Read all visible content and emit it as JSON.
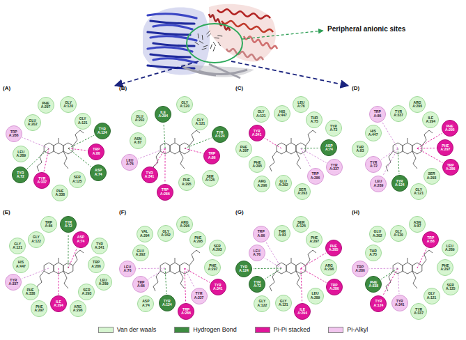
{
  "diagram": {
    "nodes": [
      {
        "text": [
          "GLY A:120"
        ]
      },
      {
        "text": [
          "GLY A:121"
        ]
      },
      {
        "text": [
          "TYR A:124"
        ]
      },
      {
        "text": [
          "TRP A:86"
        ]
      },
      {
        "text": [
          "ASP A:74"
        ]
      },
      {
        "text": [
          "SER A:125"
        ]
      },
      {
        "text": [
          "PHE A:338"
        ]
      },
      {
        "text": [
          "TYR A:337"
        ]
      },
      {
        "text": [
          "TYR A:72"
        ]
      },
      {
        "text": [
          "LEU A:289"
        ]
      },
      {
        "text": [
          "TRP A:286"
        ]
      },
      {
        "text": [
          "GLU A:202"
        ]
      },
      {
        "text": [
          "PHE A:297"
        ]
      },
      {
        "text": [
          "GLY A:120"
        ]
      },
      {
        "text": [
          "GLY A:121"
        ]
      },
      {
        "text": [
          "TYR A:124"
        ]
      },
      {
        "text": [
          "TRP A:86"
        ]
      },
      {
        "text": [
          "SER A:125"
        ]
      },
      {
        "text": [
          "PHE A:295"
        ]
      },
      {
        "text": [
          "TRP A:286"
        ]
      },
      {
        "text": [
          "TYR A:341"
        ]
      },
      {
        "text": [
          "LEU A:76"
        ]
      },
      {
        "text": [
          "ASN A:87"
        ]
      },
      {
        "text": [
          "GLU A:202"
        ]
      },
      {
        "text": [
          "ILE A:294"
        ]
      },
      {
        "text": [
          "LEU A:76"
        ]
      },
      {
        "text": [
          "THR A:75"
        ]
      },
      {
        "text": [
          "TYR A:72"
        ]
      },
      {
        "text": [
          "ASP A:74"
        ]
      },
      {
        "text": [
          "TYR A:337"
        ]
      },
      {
        "text": [
          "TRP A:286"
        ]
      },
      {
        "text": [
          "SER A:293"
        ]
      },
      {
        "text": [
          "GLU A:292"
        ]
      },
      {
        "text": [
          "ARG A:296"
        ]
      },
      {
        "text": [
          "PHE A:295"
        ]
      },
      {
        "text": [
          "PHE A:297"
        ]
      },
      {
        "text": [
          "TYR A:341"
        ]
      },
      {
        "text": [
          "GLY A:121"
        ]
      },
      {
        "text": [
          "HIS A:447"
        ]
      },
      {
        "text": [
          "ARG A:296"
        ]
      },
      {
        "text": [
          "ILE A:294"
        ]
      },
      {
        "text": [
          "PHE A:295"
        ]
      },
      {
        "text": [
          "PHE A:297"
        ]
      },
      {
        "text": [
          "TRP A:286"
        ]
      },
      {
        "text": [
          "SER A:293"
        ]
      },
      {
        "text": [
          "GLY A:121"
        ]
      },
      {
        "text": [
          "TYR A:124"
        ]
      },
      {
        "text": [
          "LEU A:289"
        ]
      },
      {
        "text": [
          "TYR A:72"
        ]
      },
      {
        "text": [
          "THR A:83"
        ]
      },
      {
        "text": [
          "HIS A:447"
        ]
      },
      {
        "text": [
          "TRP A:86"
        ]
      },
      {
        "text": [
          "TYR A:337"
        ]
      },
      {
        "text": [
          "TYR A:72"
        ]
      },
      {
        "text": [
          "ASP A:74"
        ]
      },
      {
        "text": [
          "TYR A:341"
        ]
      },
      {
        "text": [
          "TRP A:286"
        ]
      },
      {
        "text": [
          "LEU A:289"
        ]
      },
      {
        "text": [
          "SER A:293"
        ]
      },
      {
        "text": [
          "ARG A:296"
        ]
      },
      {
        "text": [
          "ILE A:294"
        ]
      },
      {
        "text": [
          "PHE A:297"
        ]
      },
      {
        "text": [
          "PHE A:338"
        ]
      },
      {
        "text": [
          "TYR A:337"
        ]
      },
      {
        "text": [
          "HIS A:447"
        ]
      },
      {
        "text": [
          "GLY A:121"
        ]
      },
      {
        "text": [
          "GLY A:122"
        ]
      },
      {
        "text": [
          "TRP A:86"
        ]
      },
      {
        "text": [
          "ARG A:296"
        ]
      },
      {
        "text": [
          "PHE A:295"
        ]
      },
      {
        "text": [
          "SER A:293"
        ]
      },
      {
        "text": [
          "PHE A:297"
        ]
      },
      {
        "text": [
          "TYR A:341"
        ]
      },
      {
        "text": [
          "TYR A:337"
        ]
      },
      {
        "text": [
          "TRP A:286"
        ]
      },
      {
        "text": [
          "TYR A:124"
        ]
      },
      {
        "text": [
          "ASP A:74"
        ]
      },
      {
        "text": [
          "TRP A:86"
        ]
      },
      {
        "text": [
          "LEU A:76"
        ]
      },
      {
        "text": [
          "GLU A:292"
        ]
      },
      {
        "text": [
          "VAL A:294"
        ]
      },
      {
        "text": [
          "GLY A:342"
        ]
      },
      {
        "text": [
          "SER A:125"
        ]
      },
      {
        "text": [
          "PHE A:297"
        ]
      },
      {
        "text": [
          "PHE A:295"
        ]
      },
      {
        "text": [
          "ARG A:296"
        ]
      },
      {
        "text": [
          "TRP A:286"
        ]
      },
      {
        "text": [
          "LEU A:289"
        ]
      },
      {
        "text": [
          "ILE A:294"
        ]
      },
      {
        "text": [
          "GLY A:121"
        ]
      },
      {
        "text": [
          "GLY A:122"
        ]
      },
      {
        "text": [
          "TYR A:72"
        ]
      },
      {
        "text": [
          "TYR A:124"
        ]
      },
      {
        "text": [
          "LEU A:76"
        ]
      },
      {
        "text": [
          "TRP A:86"
        ]
      },
      {
        "text": [
          "THR A:83"
        ]
      },
      {
        "text": [
          "ASN A:87"
        ]
      },
      {
        "text": [
          "TRP A:86"
        ]
      },
      {
        "text": [
          "LEU A:289"
        ]
      },
      {
        "text": [
          "PHE A:297"
        ]
      },
      {
        "text": [
          "SER A:125"
        ]
      },
      {
        "text": [
          "GLY A:121"
        ]
      },
      {
        "text": [
          "TYR A:337"
        ]
      },
      {
        "text": [
          "TYR A:341"
        ]
      },
      {
        "text": [
          "TYR A:124"
        ]
      },
      {
        "text": [
          "PHE A:338"
        ]
      },
      {
        "text": [
          "TRP A:286"
        ]
      },
      {
        "text": [
          "THR A:75"
        ]
      },
      {
        "text": [
          "GLU A:202"
        ]
      },
      {
        "text": [
          "GLY A:120"
        ]
      }
    ],
    "labels": [
      "Peripheral anionic sites",
      "(A)",
      "(B)",
      "(C)",
      "(D)",
      "(E)",
      "(F)",
      "(G)",
      "(H)"
    ],
    "legend": [
      {
        "text": "Van der waals",
        "color": "#d6f5d0"
      },
      {
        "text": "Hydrogen Bond",
        "color": "#3d8b40"
      },
      {
        "text": "Pi-Pi stacked",
        "color": "#e0159a"
      },
      {
        "text": "Pi-Alkyl",
        "color": "#f2c6ef"
      }
    ]
  }
}
